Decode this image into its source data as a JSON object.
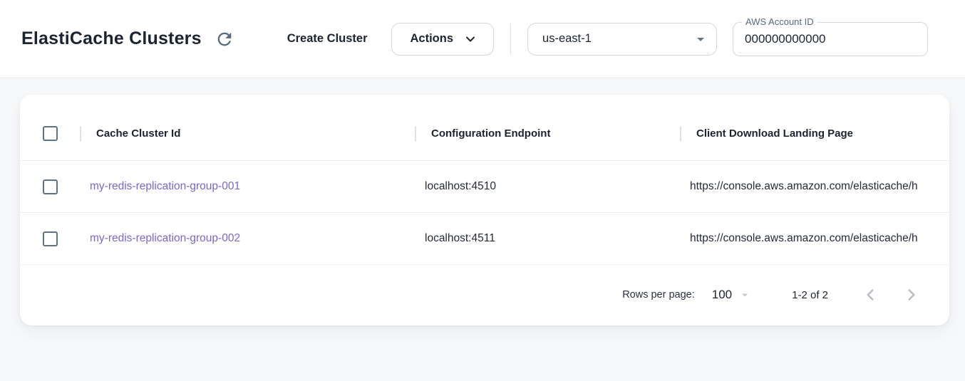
{
  "header": {
    "title": "ElastiCache Clusters",
    "create_button_label": "Create Cluster",
    "actions_button_label": "Actions",
    "region_selected": "us-east-1",
    "account_id_label": "AWS Account ID",
    "account_id_value": "000000000000"
  },
  "table": {
    "columns": [
      "Cache Cluster Id",
      "Configuration Endpoint",
      "Client Download Landing Page"
    ],
    "rows": [
      {
        "cache_cluster_id": "my-redis-replication-group-001",
        "configuration_endpoint": "localhost:4510",
        "client_download_landing_page": "https://console.aws.amazon.com/elasticache/h"
      },
      {
        "cache_cluster_id": "my-redis-replication-group-002",
        "configuration_endpoint": "localhost:4511",
        "client_download_landing_page": "https://console.aws.amazon.com/elasticache/h"
      }
    ]
  },
  "pagination": {
    "rows_per_page_label": "Rows per page:",
    "rows_per_page_value": "100",
    "range_label": "1-2 of 2"
  },
  "colors": {
    "link": "#7569cf",
    "checkbox_border": "#5f7184",
    "page_background": "#f7f8fa"
  },
  "icons": {
    "refresh": "refresh-icon",
    "actions_chevron": "chevron-down-icon",
    "region_arrow": "arrow-drop-down-icon",
    "prev": "chevron-left-icon",
    "next": "chevron-right-icon"
  }
}
